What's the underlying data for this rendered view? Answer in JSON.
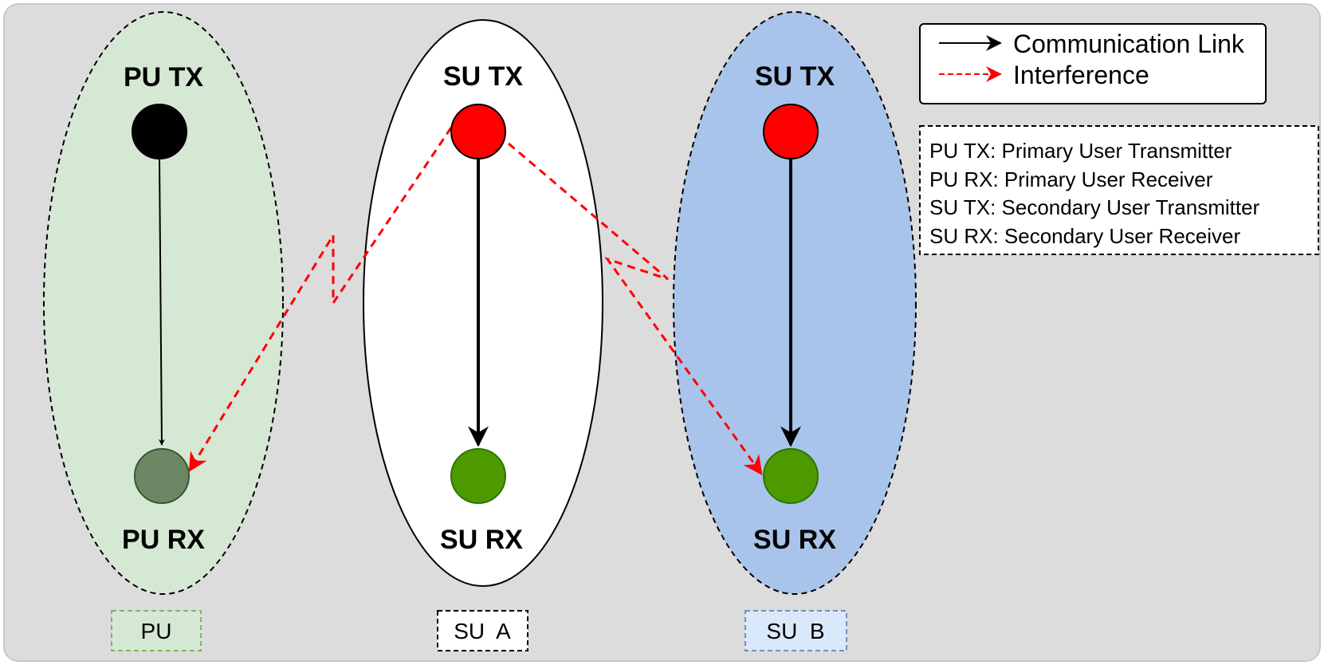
{
  "colors": {
    "background": "#dcdcdc",
    "pu_group_fill": "#d5e8d4",
    "su_a_fill": "#ffffff",
    "su_b_fill": "#a9c4eb",
    "tx_red": "#ff0000",
    "pu_tx_black": "#000000",
    "pu_rx_green": "#6d8764",
    "su_rx_green": "#4d9900",
    "interference": "#ff0000",
    "link": "#000000"
  },
  "groups": {
    "pu": {
      "tx_label": "PU TX",
      "rx_label": "PU RX",
      "tag": "PU"
    },
    "su_a": {
      "tx_label": "SU TX",
      "rx_label": "SU RX",
      "tag": "SU  A"
    },
    "su_b": {
      "tx_label": "SU TX",
      "rx_label": "SU RX",
      "tag": "SU  B"
    }
  },
  "legend": {
    "communication_link": "Communication Link",
    "interference": "Interference"
  },
  "definitions": [
    "PU TX: Primary User Transmitter",
    "PU RX: Primary User Receiver",
    "SU TX: Secondary User Transmitter",
    "SU RX: Secondary User Receiver"
  ]
}
